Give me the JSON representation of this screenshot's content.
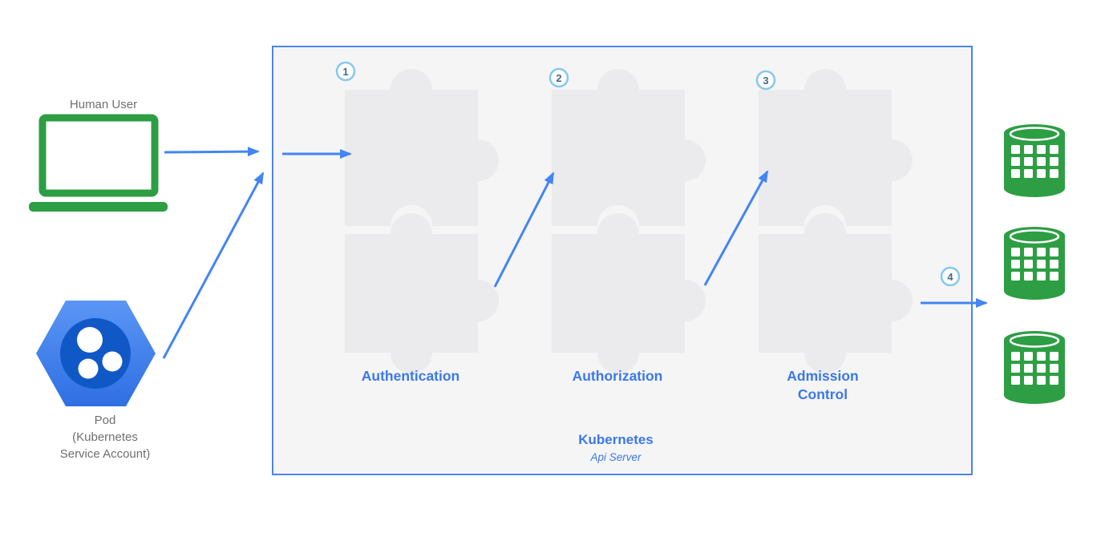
{
  "actors": {
    "human_user_label": "Human User",
    "pod_label_line1": "Pod",
    "pod_label_line2": "(Kubernetes",
    "pod_label_line3": "Service Account)"
  },
  "api_server_box": {
    "title": "Kubernetes",
    "subtitle": "Api Server",
    "stages": [
      {
        "badge": "1",
        "label": "Authentication"
      },
      {
        "badge": "2",
        "label": "Authorization"
      },
      {
        "badge": "3",
        "label_line1": "Admission",
        "label_line2": "Control"
      }
    ]
  },
  "storage": {
    "badge": "4",
    "database_count": 3
  },
  "colors": {
    "arrow_blue": "#4285f4",
    "label_blue": "#3b78e8",
    "box_border_blue": "#4a86e8",
    "box_fill": "#f5f5f6",
    "puzzle_fill": "#ebebed",
    "green": "#2e9e44",
    "pod_blue_light": "#5b96f5",
    "pod_blue_dark": "#2e6fe3",
    "pod_inner_blue": "#1158c7",
    "badge_border": "#85c8ee",
    "badge_text": "#44688d",
    "muted_text": "#6f6f6f"
  }
}
